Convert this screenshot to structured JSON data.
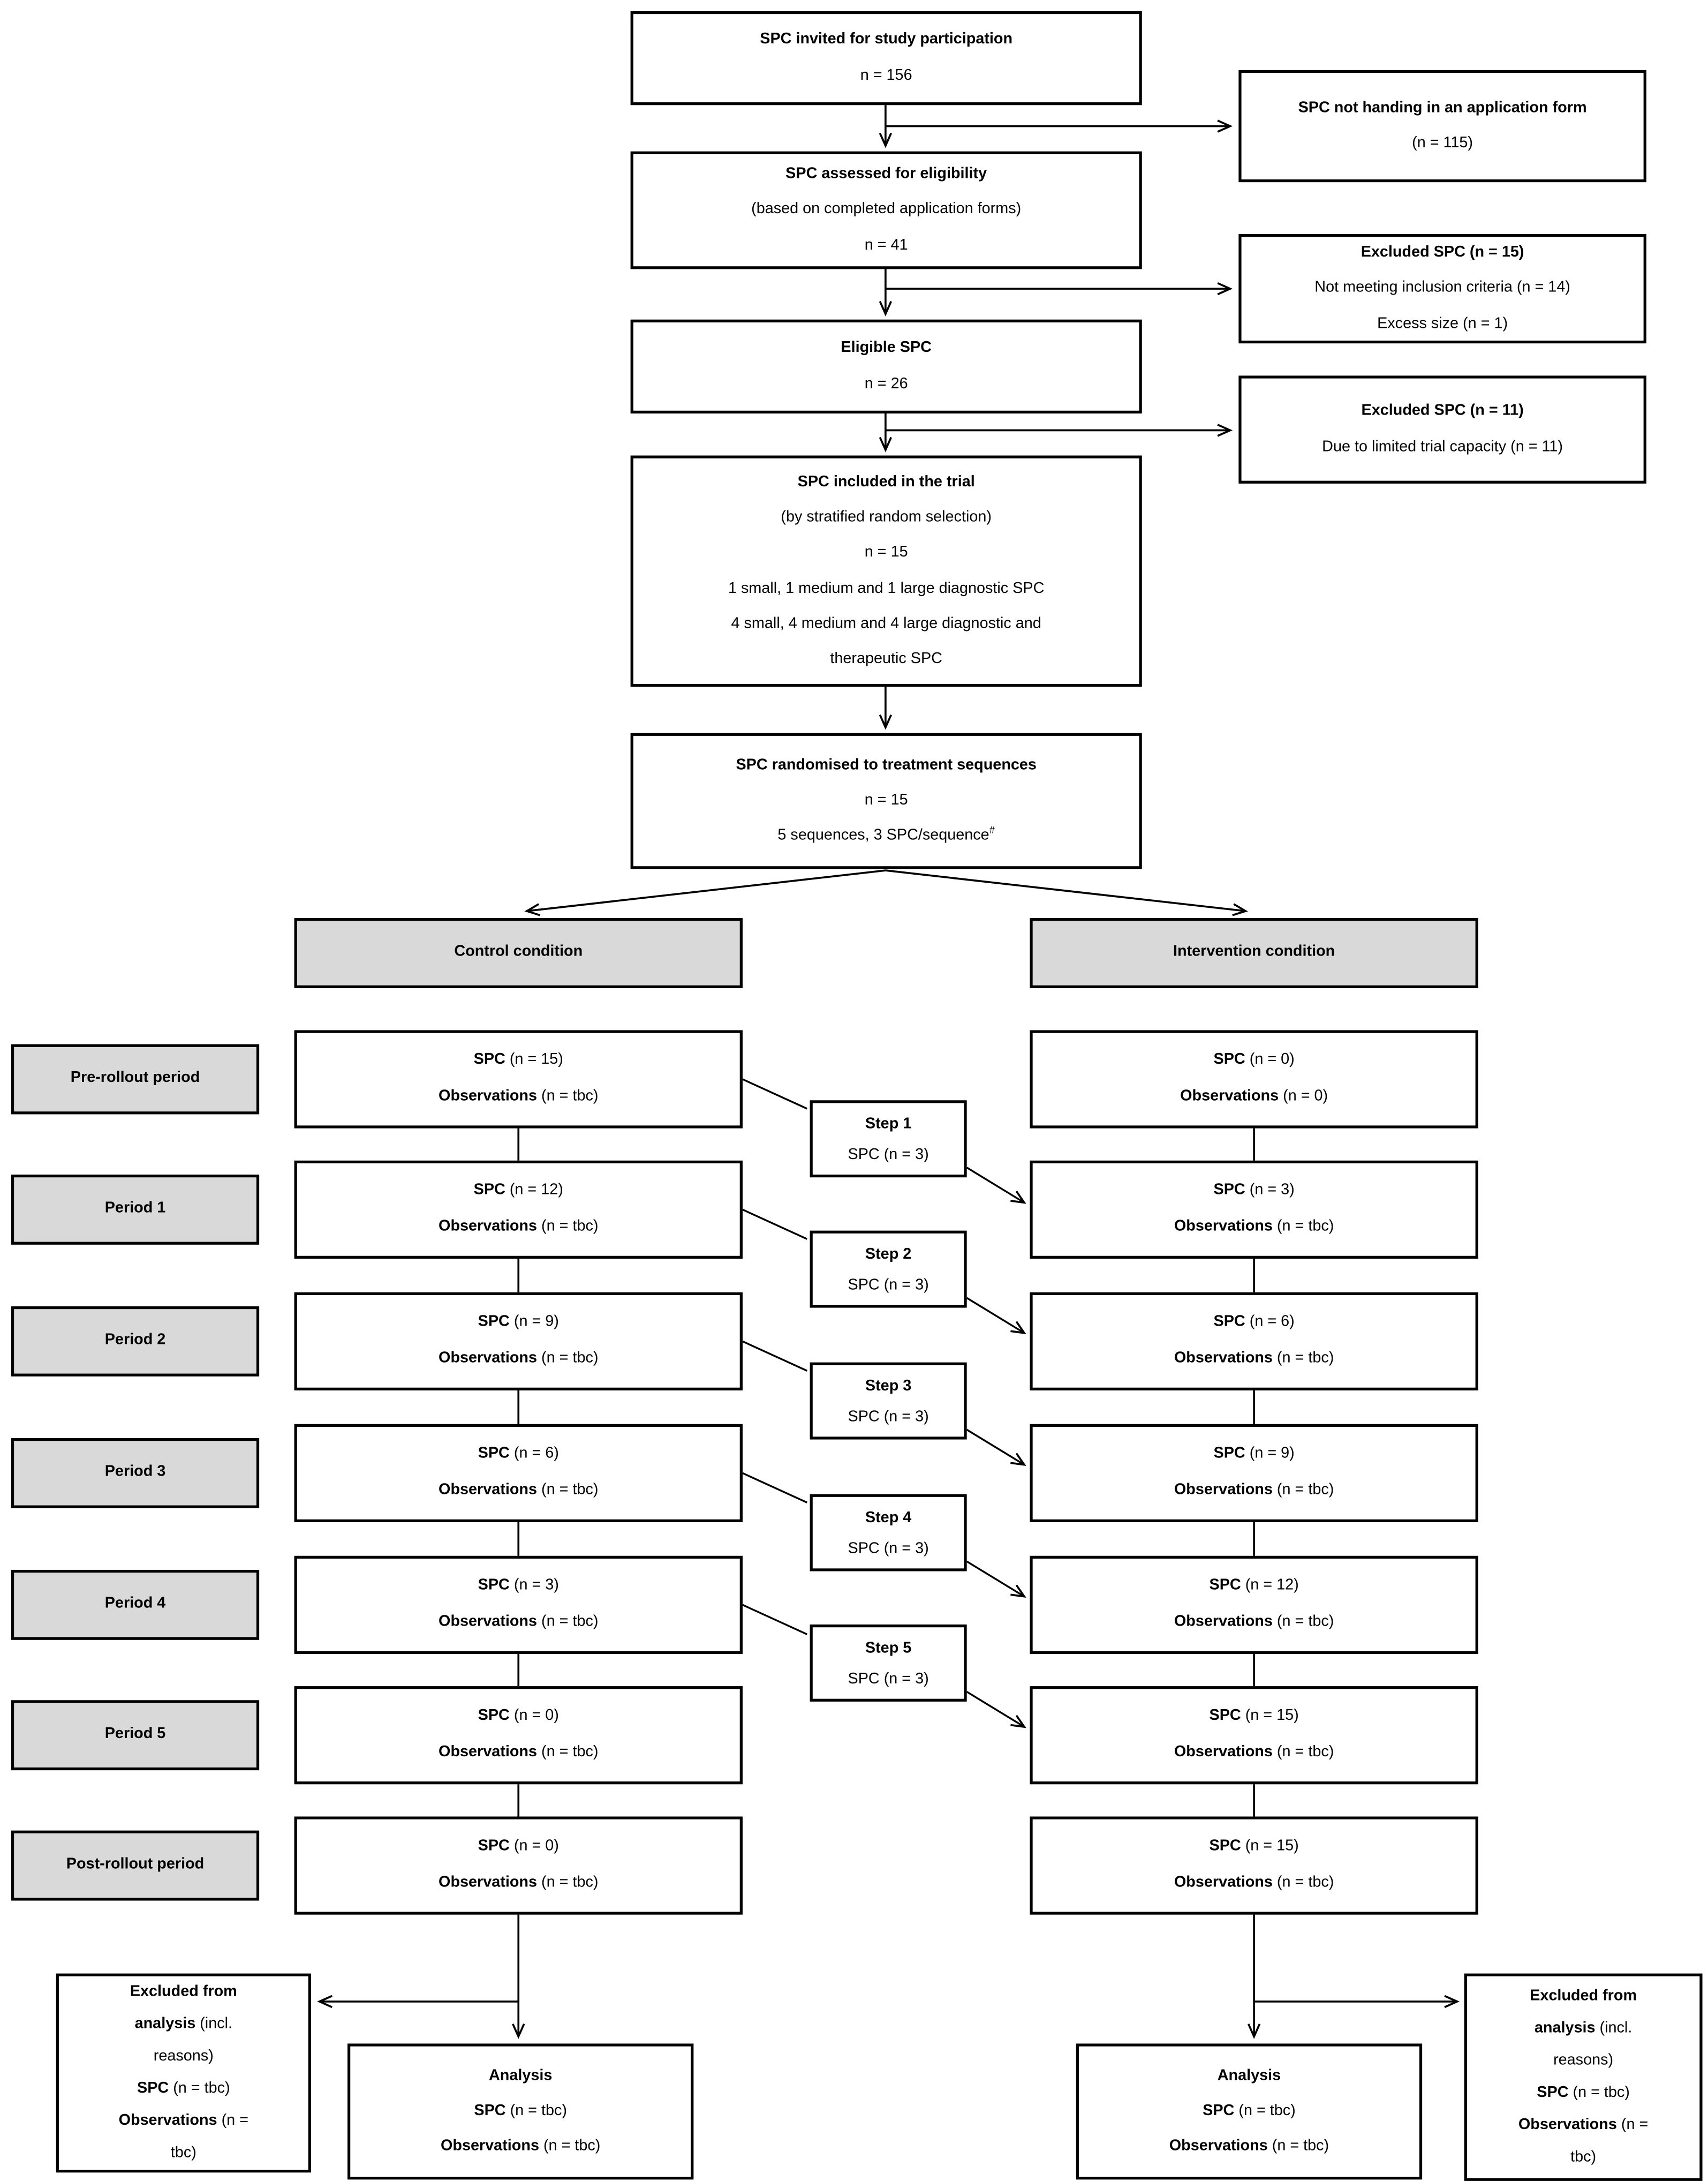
{
  "colors": {
    "border": "#000000",
    "fill_gray": "#d9d9d9",
    "fill_box": "#ffffff",
    "text": "#000000"
  },
  "top": {
    "invited": {
      "title": "SPC invited for study participation",
      "line": "n = 156"
    },
    "assessed": {
      "title": "SPC assessed for eligibility",
      "line1": "(based on completed application forms)",
      "line2": "n = 41"
    },
    "eligible": {
      "title": "Eligible SPC",
      "line": "n = 26"
    },
    "included": {
      "title": "SPC included in the trial",
      "line1": "(by stratified random selection)",
      "line2": "n = 15",
      "line3": "1 small, 1 medium and 1 large diagnostic SPC",
      "line4": "4 small, 4 medium and 4 large diagnostic and therapeutic SPC"
    },
    "randomised": {
      "title": "SPC randomised to treatment sequences",
      "line1": "n = 15",
      "line2": "5 sequences, 3 SPC/sequence",
      "superscript": "#"
    }
  },
  "side": {
    "not_handing": {
      "title": "SPC not handing in an application form",
      "line": "(n = 115)"
    },
    "excluded_15": {
      "title": "Excluded SPC (n = 15)",
      "line1": "Not meeting inclusion criteria (n = 14)",
      "line2": "Excess size (n = 1)"
    },
    "excluded_11": {
      "title": "Excluded SPC (n = 11)",
      "line1": "Due to limited trial capacity (n = 11)"
    }
  },
  "headers": {
    "control": "Control condition",
    "intervention": "Intervention condition"
  },
  "rows": [
    {
      "label": "Pre-rollout period",
      "control": {
        "spc": "SPC",
        "spc_n": " (n = 15)",
        "obs": "Observations",
        "obs_n": " (n = tbc)"
      },
      "intervention": {
        "spc": "SPC",
        "spc_n": " (n = 0)",
        "obs": "Observations",
        "obs_n": " (n = 0)"
      }
    },
    {
      "label": "Period 1",
      "control": {
        "spc": "SPC",
        "spc_n": " (n = 12)",
        "obs": "Observations",
        "obs_n": " (n = tbc)"
      },
      "intervention": {
        "spc": "SPC",
        "spc_n": " (n = 3)",
        "obs": "Observations",
        "obs_n": " (n = tbc)"
      }
    },
    {
      "label": "Period 2",
      "control": {
        "spc": "SPC",
        "spc_n": " (n = 9)",
        "obs": "Observations",
        "obs_n": " (n = tbc)"
      },
      "intervention": {
        "spc": "SPC",
        "spc_n": " (n = 6)",
        "obs": "Observations",
        "obs_n": " (n = tbc)"
      }
    },
    {
      "label": "Period 3",
      "control": {
        "spc": "SPC",
        "spc_n": " (n = 6)",
        "obs": "Observations",
        "obs_n": " (n = tbc)"
      },
      "intervention": {
        "spc": "SPC",
        "spc_n": " (n = 9)",
        "obs": "Observations",
        "obs_n": " (n = tbc)"
      }
    },
    {
      "label": "Period 4",
      "control": {
        "spc": "SPC",
        "spc_n": " (n = 3)",
        "obs": "Observations",
        "obs_n": " (n = tbc)"
      },
      "intervention": {
        "spc": "SPC",
        "spc_n": " (n = 12)",
        "obs": "Observations",
        "obs_n": " (n = tbc)"
      }
    },
    {
      "label": "Period 5",
      "control": {
        "spc": "SPC",
        "spc_n": " (n = 0)",
        "obs": "Observations",
        "obs_n": " (n = tbc)"
      },
      "intervention": {
        "spc": "SPC",
        "spc_n": " (n = 15)",
        "obs": "Observations",
        "obs_n": " (n = tbc)"
      }
    },
    {
      "label": "Post-rollout period",
      "control": {
        "spc": "SPC",
        "spc_n": " (n = 0)",
        "obs": "Observations",
        "obs_n": " (n = tbc)"
      },
      "intervention": {
        "spc": "SPC",
        "spc_n": " (n = 15)",
        "obs": "Observations",
        "obs_n": " (n = tbc)"
      }
    }
  ],
  "steps": [
    {
      "title": "Step 1",
      "line": "SPC (n = 3)"
    },
    {
      "title": "Step 2",
      "line": "SPC (n = 3)"
    },
    {
      "title": "Step 3",
      "line": "SPC (n = 3)"
    },
    {
      "title": "Step 4",
      "line": "SPC (n = 3)"
    },
    {
      "title": "Step 5",
      "line": "SPC (n = 3)"
    }
  ],
  "bottom": {
    "excluded_left": {
      "title_bold": "Excluded from analysis",
      "title_rest": " (incl. reasons)",
      "spc": "SPC",
      "spc_n": " (n = tbc)",
      "obs": "Observations",
      "obs_n": " (n = tbc)"
    },
    "analysis_left": {
      "title": "Analysis",
      "spc": "SPC",
      "spc_n": " (n = tbc)",
      "obs": "Observations",
      "obs_n": " (n = tbc)"
    },
    "analysis_right": {
      "title": "Analysis",
      "spc": "SPC",
      "spc_n": " (n = tbc)",
      "obs": "Observations",
      "obs_n": " (n = tbc)"
    },
    "excluded_right": {
      "title_bold": "Excluded from analysis",
      "title_rest": " (incl. reasons)",
      "spc": "SPC",
      "spc_n": " (n = tbc)",
      "obs": "Observations",
      "obs_n": " (n = tbc)"
    }
  }
}
